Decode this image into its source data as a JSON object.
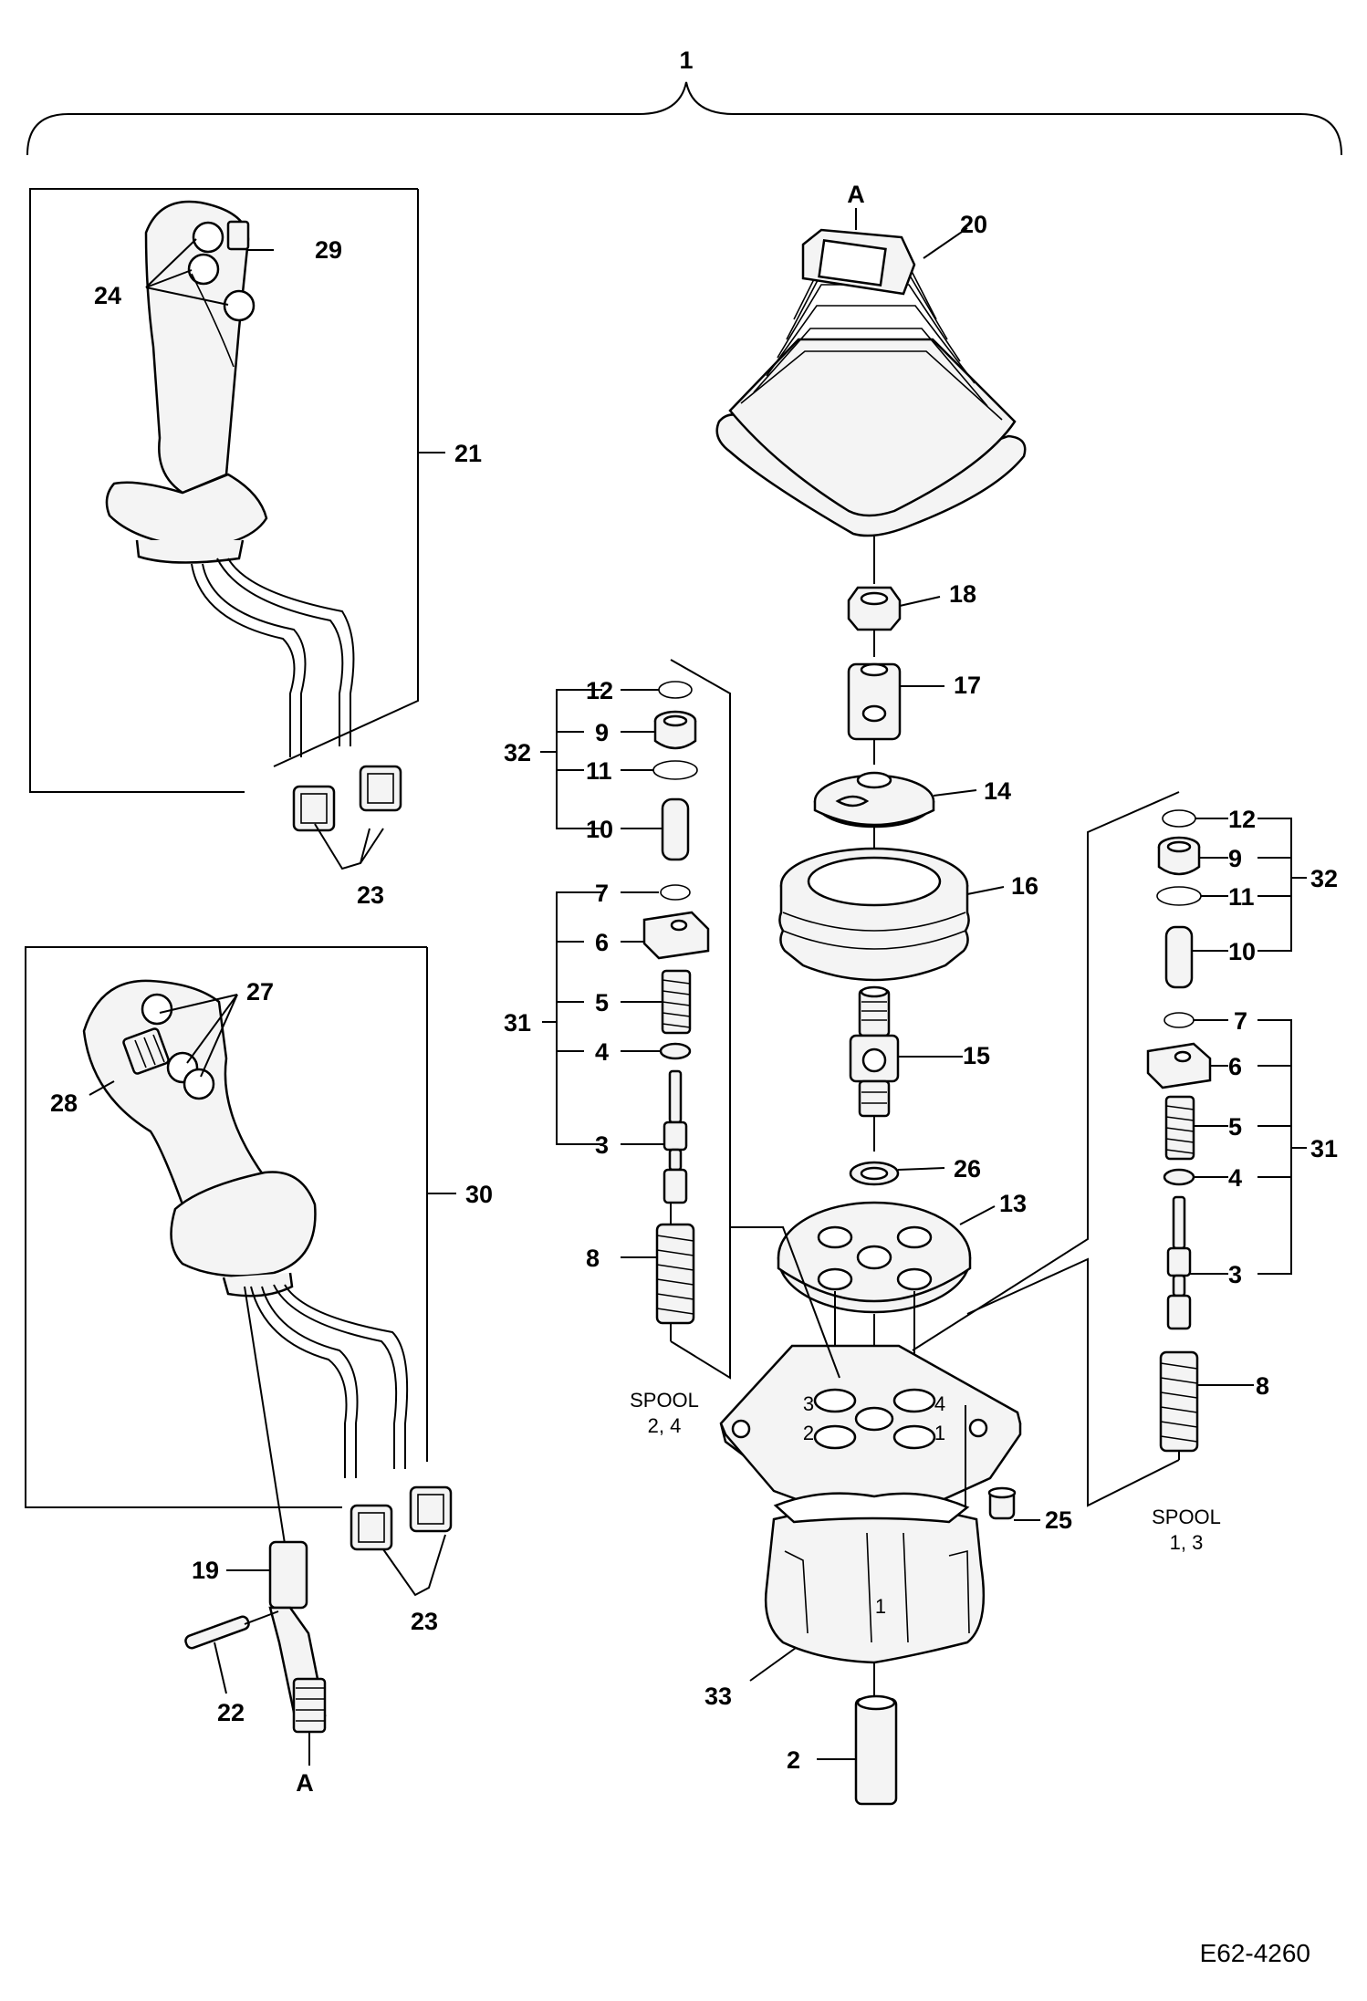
{
  "diagram": {
    "assembly_label": "1",
    "drawing_number": "E62-4260",
    "callouts": {
      "p2": "2",
      "p3": "3",
      "p4": "4",
      "p5": "5",
      "p6": "6",
      "p7": "7",
      "p8": "8",
      "p9": "9",
      "p10": "10",
      "p11": "11",
      "p12": "12",
      "p13": "13",
      "p14": "14",
      "p15": "15",
      "p16": "16",
      "p17": "17",
      "p18": "18",
      "p19": "19",
      "p20": "20",
      "p21": "21",
      "p22": "22",
      "p23": "23",
      "p24": "24",
      "p25": "25",
      "p26": "26",
      "p27": "27",
      "p28": "28",
      "p29": "29",
      "p30": "30",
      "p31": "31",
      "p32": "32",
      "p33": "33"
    },
    "reference_A": "A",
    "spool_left": {
      "word": "SPOOL",
      "numbers": "2, 4"
    },
    "spool_right": {
      "word": "SPOOL",
      "numbers": "1, 3"
    },
    "port_numbers": [
      "3",
      "4",
      "2",
      "1"
    ],
    "body_mark": "1"
  }
}
